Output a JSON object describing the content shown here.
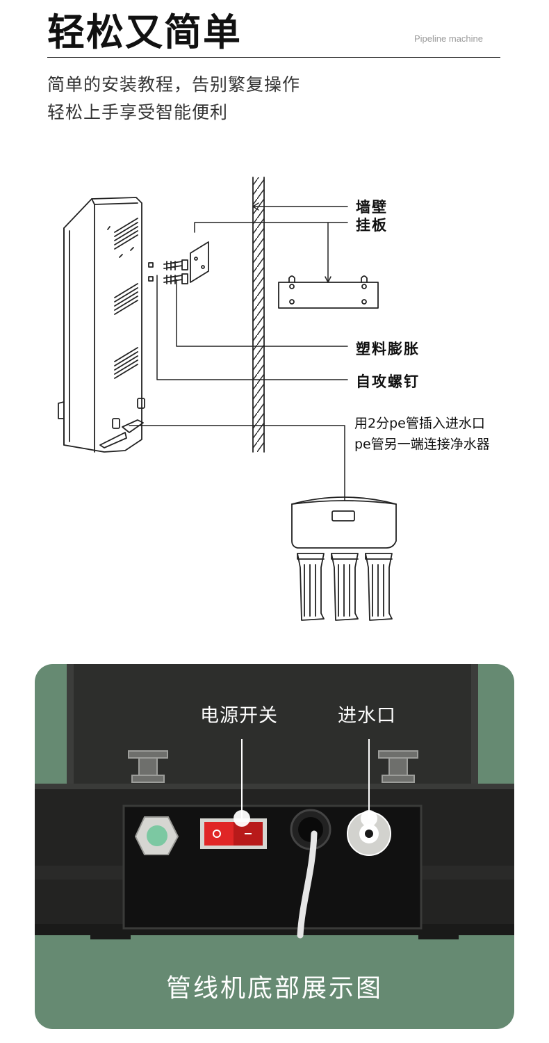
{
  "header": {
    "title": "轻松又简单",
    "subtitle_en": "Pipeline machine",
    "description_lines": [
      "简单的安装教程，告别繁复操作",
      "轻松上手享受智能便利"
    ]
  },
  "diagram": {
    "labels": {
      "wall": "墙壁",
      "hanging_plate": "挂板",
      "plastic_anchor": "塑料膨胀",
      "tapping_screw": "自攻螺钉",
      "pipe_note_line1": "用2分pe管插入进水口",
      "pipe_note_line2": "pe管另一端连接净水器"
    }
  },
  "photo_panel": {
    "callouts": {
      "power_switch": "电源开关",
      "water_inlet": "进水口"
    },
    "caption": "管线机底部展示图",
    "colors": {
      "panel_bg": "#668a72",
      "switch_red": "#e02626"
    }
  }
}
